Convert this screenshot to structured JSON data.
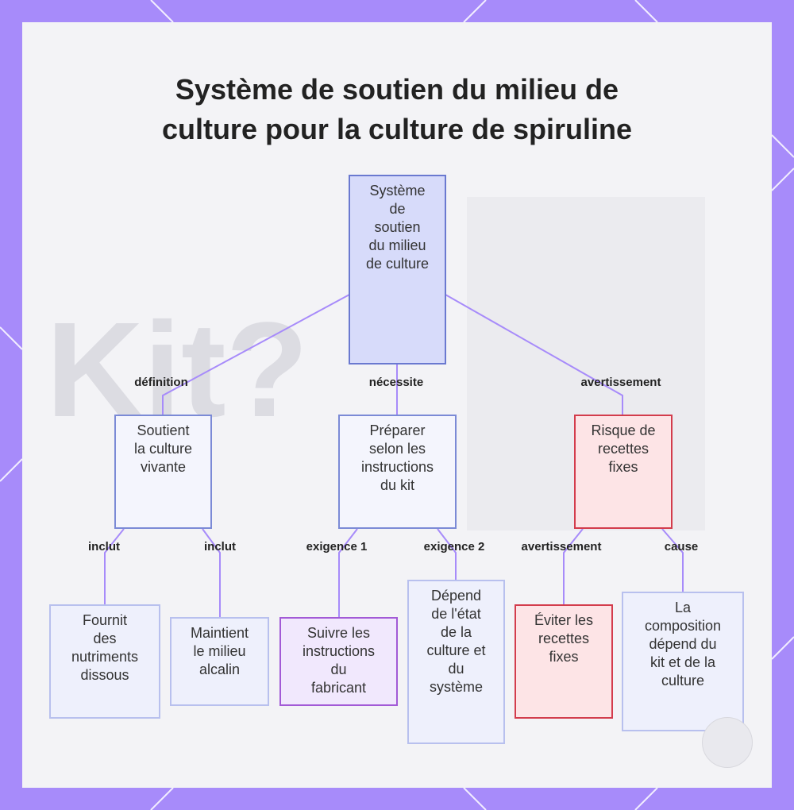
{
  "title": {
    "line1": "Système de soutien du milieu de",
    "line2": "culture pour la culture de spiruline"
  },
  "background_text": "Kit?",
  "colors": {
    "frame": "#a78bfa",
    "edge": "#a78bfa",
    "blue_border": "#7b8ad6",
    "red_border": "#d33c4c",
    "purple_border": "#a25ad6"
  },
  "nodes": {
    "root": {
      "lines": [
        "Système",
        "de",
        "soutien",
        "du milieu",
        "de culture"
      ]
    },
    "soutient": {
      "lines": [
        "Soutient",
        "la culture",
        "vivante"
      ]
    },
    "preparer": {
      "lines": [
        "Préparer",
        "selon les",
        "instructions",
        "du kit"
      ]
    },
    "risque": {
      "lines": [
        "Risque de",
        "recettes",
        "fixes"
      ]
    },
    "fournit": {
      "lines": [
        "Fournit",
        "des",
        "nutriments",
        "dissous"
      ]
    },
    "maintient": {
      "lines": [
        "Maintient",
        "le milieu",
        "alcalin"
      ]
    },
    "suivre": {
      "lines": [
        "Suivre les",
        "instructions",
        "du",
        "fabricant"
      ]
    },
    "depend": {
      "lines": [
        "Dépend",
        "de l'état",
        "de la",
        "culture et",
        "du",
        "système"
      ]
    },
    "eviter": {
      "lines": [
        "Éviter les",
        "recettes",
        "fixes"
      ]
    },
    "composition": {
      "lines": [
        "La",
        "composition",
        "dépend du",
        "kit et de la",
        "culture"
      ]
    }
  },
  "edge_labels": {
    "definition": "définition",
    "necessite": "nécessite",
    "avertissement_top": "avertissement",
    "inclut_1": "inclut",
    "inclut_2": "inclut",
    "exigence_1": "exigence 1",
    "exigence_2": "exigence 2",
    "avertissement_bottom": "avertissement",
    "cause": "cause"
  }
}
